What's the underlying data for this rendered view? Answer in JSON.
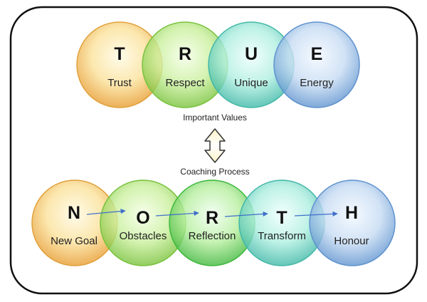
{
  "top_row": [
    {
      "letter": "T",
      "word": "Trust",
      "color": "#f3b33d"
    },
    {
      "letter": "R",
      "word": "Respect",
      "color": "#8fd24c"
    },
    {
      "letter": "U",
      "word": "Unique",
      "color": "#4fc5b4"
    },
    {
      "letter": "E",
      "word": "Energy",
      "color": "#6fa3d9"
    }
  ],
  "values_caption": "Important Values",
  "process_caption": "Coaching Process",
  "bottom_row": [
    {
      "letter": "N",
      "word": "New Goal",
      "color": "#f3b33d"
    },
    {
      "letter": "O",
      "word": "Obstacles",
      "color": "#8fd24c"
    },
    {
      "letter": "R",
      "word": "Reflection",
      "color": "#55c84a"
    },
    {
      "letter": "T",
      "word": "Transform",
      "color": "#4fc5b4"
    },
    {
      "letter": "H",
      "word": "Honour",
      "color": "#6fa3d9"
    }
  ],
  "arrow_color": "#3f6fc9"
}
